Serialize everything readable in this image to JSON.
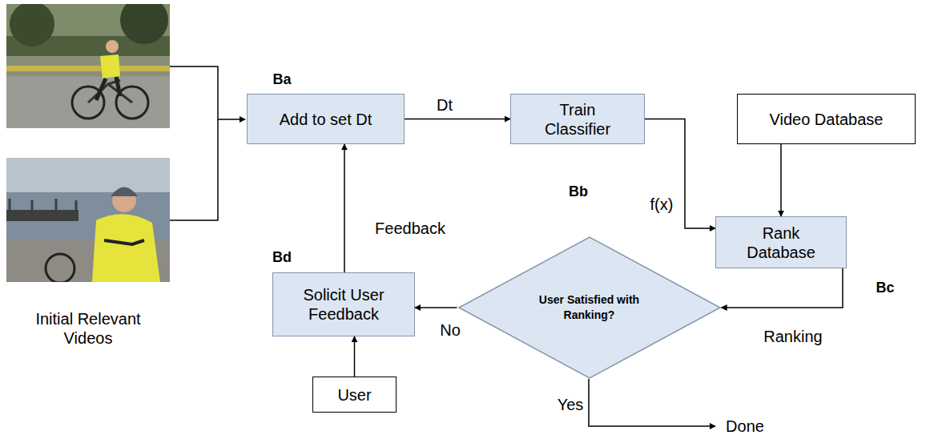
{
  "diagram": {
    "nodes": [
      {
        "text": [
          "Add to set Dt"
        ]
      },
      {
        "text": [
          "Train Classifier"
        ]
      },
      {
        "text": [
          "Video Database"
        ]
      },
      {
        "text": [
          "Rank Database"
        ]
      },
      {
        "text": [
          "User Satisfied with Ranking?"
        ]
      },
      {
        "text": [
          "Solicit User Feedback"
        ]
      },
      {
        "text": [
          "User"
        ]
      }
    ],
    "edges": [
      {
        "from": 0,
        "to": 1,
        "label": "Dt",
        "arrow": "to"
      },
      {
        "from": 1,
        "to": 3,
        "label": "f(x)",
        "arrow": "to"
      },
      {
        "from": 2,
        "to": 3,
        "arrow": "to"
      },
      {
        "from": 3,
        "to": 4,
        "label": "Ranking",
        "arrow": "to"
      },
      {
        "from": 4,
        "to": 5,
        "label": "No",
        "arrow": "to"
      },
      {
        "from": 6,
        "to": 5,
        "arrow": "to"
      },
      {
        "from": 5,
        "to": 0,
        "label": "Feedback",
        "arrow": "to"
      }
    ],
    "labels": [
      "Ba",
      "Bb",
      "Bc",
      "Bd",
      "Initial Relevant Videos",
      "Yes",
      "Done"
    ]
  }
}
